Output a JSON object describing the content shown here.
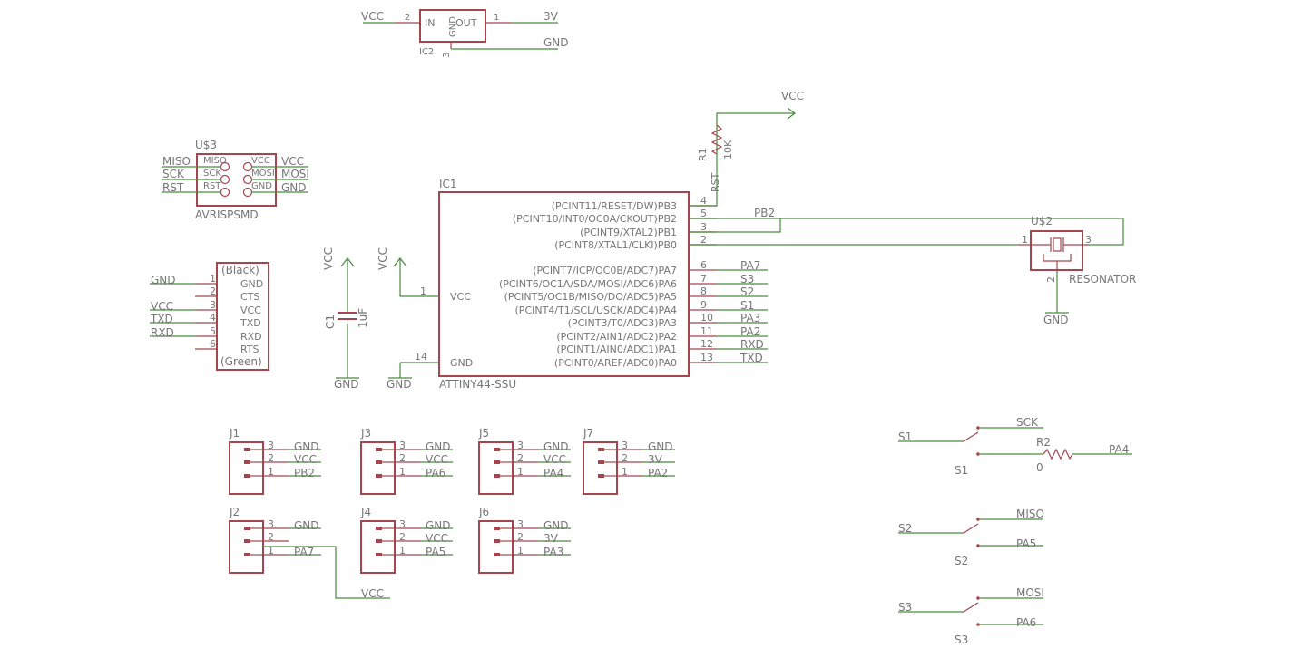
{
  "colors": {
    "wire": "#4a8a3f",
    "symbol": "#a5454d",
    "text": "#767676",
    "background": "#ffffff"
  },
  "ic2": {
    "name": "IC2",
    "in": "IN",
    "out": "OUT",
    "gnd": "GND",
    "pin_in": "2",
    "pin_out": "1",
    "pin_gnd": "3",
    "net_in": "VCC",
    "net_out": "3V",
    "net_gnd": "GND"
  },
  "r1": {
    "name": "R1",
    "value": "10K",
    "net_top": "VCC",
    "net_bottom": "RST"
  },
  "isp": {
    "name": "U$3",
    "value": "AVRISPSMD",
    "inner_left": [
      "MISO",
      "SCK",
      "RST"
    ],
    "inner_right": [
      "VCC",
      "MOSI",
      "GND"
    ],
    "nets_left": [
      "MISO",
      "SCK",
      "RST"
    ],
    "nets_right": [
      "VCC",
      "MOSI",
      "GND"
    ]
  },
  "ftdi": {
    "top_label": "(Black)",
    "bottom_label": "(Green)",
    "pins": [
      "1",
      "2",
      "3",
      "4",
      "5",
      "6"
    ],
    "signals": [
      "GND",
      "CTS",
      "VCC",
      "TXD",
      "RXD",
      "RTS"
    ],
    "nets": [
      "GND",
      "",
      "VCC",
      "TXD",
      "RXD",
      ""
    ]
  },
  "c1": {
    "name": "C1",
    "value": "1uF",
    "net_top": "VCC",
    "net_bottom": "GND"
  },
  "ic1": {
    "name": "IC1",
    "value": "ATTINY44-SSU",
    "left_pins": [
      {
        "num": "1",
        "label": "VCC",
        "net": "VCC"
      },
      {
        "num": "14",
        "label": "GND",
        "net": "GND"
      }
    ],
    "right_pins": [
      {
        "label": "(PCINT11/RESET/DW)PB3",
        "num": "4",
        "net": ""
      },
      {
        "label": "(PCINT10/INT0/OC0A/CKOUT)PB2",
        "num": "5",
        "net": "PB2"
      },
      {
        "label": "(PCINT9/XTAL2)PB1",
        "num": "3",
        "net": ""
      },
      {
        "label": "(PCINT8/XTAL1/CLKI)PB0",
        "num": "2",
        "net": ""
      },
      {
        "label": "(PCINT7/ICP/OC0B/ADC7)PA7",
        "num": "6",
        "net": "PA7"
      },
      {
        "label": "(PCINT6/OC1A/SDA/MOSI/ADC6)PA6",
        "num": "7",
        "net": "S3"
      },
      {
        "label": "(PCINT5/OC1B/MISO/DO/ADC5)PA5",
        "num": "8",
        "net": "S2"
      },
      {
        "label": "(PCINT4/T1/SCL/USCK/ADC4)PA4",
        "num": "9",
        "net": "S1"
      },
      {
        "label": "(PCINT3/T0/ADC3)PA3",
        "num": "10",
        "net": "PA3"
      },
      {
        "label": "(PCINT2/AIN1/ADC2)PA2",
        "num": "11",
        "net": "PA2"
      },
      {
        "label": "(PCINT1/AIN0/ADC1)PA1",
        "num": "12",
        "net": "RXD"
      },
      {
        "label": "(PCINT0/AREF/ADC0)PA0",
        "num": "13",
        "net": "TXD"
      }
    ]
  },
  "resonator": {
    "name": "U$2",
    "value": "RESONATOR",
    "pin1": "1",
    "pin2": "2",
    "pin3": "3",
    "net_gnd": "GND"
  },
  "headers": [
    {
      "name": "J1",
      "pins": [
        "3",
        "2",
        "1"
      ],
      "nets": [
        "GND",
        "VCC",
        "PB2"
      ]
    },
    {
      "name": "J3",
      "pins": [
        "3",
        "2",
        "1"
      ],
      "nets": [
        "GND",
        "VCC",
        "PA6"
      ]
    },
    {
      "name": "J5",
      "pins": [
        "3",
        "2",
        "1"
      ],
      "nets": [
        "GND",
        "VCC",
        "PA4"
      ]
    },
    {
      "name": "J7",
      "pins": [
        "3",
        "2",
        "1"
      ],
      "nets": [
        "GND",
        "3V",
        "PA2"
      ]
    },
    {
      "name": "J2",
      "pins": [
        "3",
        "2",
        "1"
      ],
      "nets": [
        "GND",
        "",
        "PA7"
      ],
      "extra_net": "VCC"
    },
    {
      "name": "J4",
      "pins": [
        "3",
        "2",
        "1"
      ],
      "nets": [
        "GND",
        "VCC",
        "PA5"
      ]
    },
    {
      "name": "J6",
      "pins": [
        "3",
        "2",
        "1"
      ],
      "nets": [
        "GND",
        "3V",
        "PA3"
      ]
    }
  ],
  "switches": [
    {
      "name": "S1",
      "net_in": "S1",
      "net_top": "SCK",
      "net_bottom": "",
      "r_name": "R2",
      "r_value": "0",
      "r_net": "PA4"
    },
    {
      "name": "S2",
      "net_in": "S2",
      "net_top": "MISO",
      "net_bottom": "PA5"
    },
    {
      "name": "S3",
      "net_in": "S3",
      "net_top": "MOSI",
      "net_bottom": "PA6"
    }
  ]
}
